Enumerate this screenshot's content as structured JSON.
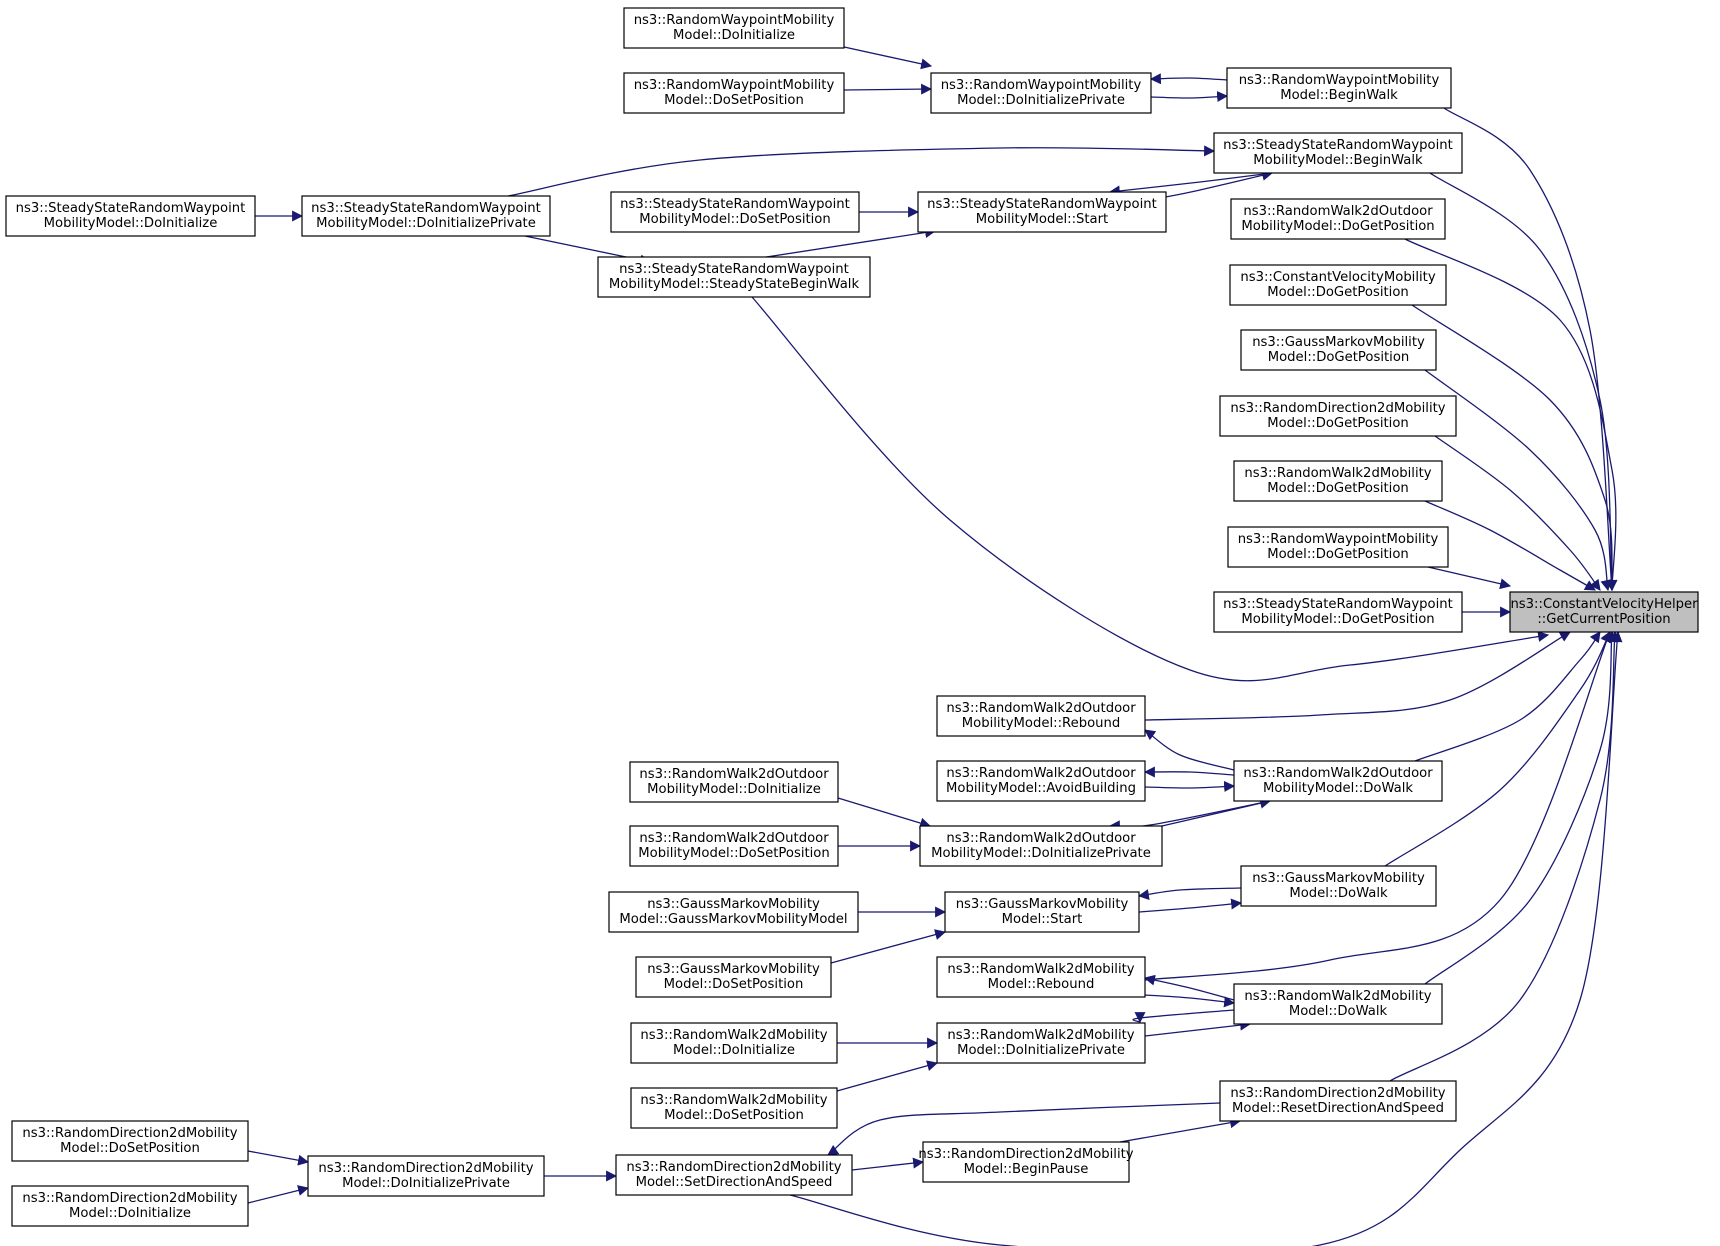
{
  "colors": {
    "edge": "#191970",
    "focus_fill": "#bfbfbf",
    "node_fill": "#ffffff",
    "node_border": "#000000"
  },
  "nodes": [
    {
      "id": "cvh_get",
      "line1": "ns3::ConstantVelocityHelper",
      "line2": "::GetCurrentPosition",
      "focus": true
    },
    {
      "id": "rwp_doinit",
      "line1": "ns3::RandomWaypointMobility",
      "line2": "Model::DoInitialize"
    },
    {
      "id": "rwp_dosetpos",
      "line1": "ns3::RandomWaypointMobility",
      "line2": "Model::DoSetPosition"
    },
    {
      "id": "rwp_doinitpriv",
      "line1": "ns3::RandomWaypointMobility",
      "line2": "Model::DoInitializePrivate"
    },
    {
      "id": "rwp_beginwalk",
      "line1": "ns3::RandomWaypointMobility",
      "line2": "Model::BeginWalk"
    },
    {
      "id": "ss_doinit",
      "line1": "ns3::SteadyStateRandomWaypoint",
      "line2": "MobilityModel::DoInitialize"
    },
    {
      "id": "ss_doinitpriv",
      "line1": "ns3::SteadyStateRandomWaypoint",
      "line2": "MobilityModel::DoInitializePrivate"
    },
    {
      "id": "ss_dosetpos",
      "line1": "ns3::SteadyStateRandomWaypoint",
      "line2": "MobilityModel::DoSetPosition"
    },
    {
      "id": "ss_start",
      "line1": "ns3::SteadyStateRandomWaypoint",
      "line2": "MobilityModel::Start"
    },
    {
      "id": "ss_beginwalk",
      "line1": "ns3::SteadyStateRandomWaypoint",
      "line2": "MobilityModel::BeginWalk"
    },
    {
      "id": "ss_ssbeginwalk",
      "line1": "ns3::SteadyStateRandomWaypoint",
      "line2": "MobilityModel::SteadyStateBeginWalk"
    },
    {
      "id": "rw2o_dogetpos",
      "line1": "ns3::RandomWalk2dOutdoor",
      "line2": "MobilityModel::DoGetPosition"
    },
    {
      "id": "cv_dogetpos",
      "line1": "ns3::ConstantVelocityMobility",
      "line2": "Model::DoGetPosition"
    },
    {
      "id": "gm_dogetpos",
      "line1": "ns3::GaussMarkovMobility",
      "line2": "Model::DoGetPosition"
    },
    {
      "id": "rd2_dogetpos",
      "line1": "ns3::RandomDirection2dMobility",
      "line2": "Model::DoGetPosition"
    },
    {
      "id": "rw2_dogetpos",
      "line1": "ns3::RandomWalk2dMobility",
      "line2": "Model::DoGetPosition"
    },
    {
      "id": "rwp_dogetpos",
      "line1": "ns3::RandomWaypointMobility",
      "line2": "Model::DoGetPosition"
    },
    {
      "id": "ss_dogetpos",
      "line1": "ns3::SteadyStateRandomWaypoint",
      "line2": "MobilityModel::DoGetPosition"
    },
    {
      "id": "rw2o_rebound",
      "line1": "ns3::RandomWalk2dOutdoor",
      "line2": "MobilityModel::Rebound"
    },
    {
      "id": "rw2o_avoid",
      "line1": "ns3::RandomWalk2dOutdoor",
      "line2": "MobilityModel::AvoidBuilding"
    },
    {
      "id": "rw2o_dowalk",
      "line1": "ns3::RandomWalk2dOutdoor",
      "line2": "MobilityModel::DoWalk"
    },
    {
      "id": "rw2o_doinit",
      "line1": "ns3::RandomWalk2dOutdoor",
      "line2": "MobilityModel::DoInitialize"
    },
    {
      "id": "rw2o_dosetpos",
      "line1": "ns3::RandomWalk2dOutdoor",
      "line2": "MobilityModel::DoSetPosition"
    },
    {
      "id": "rw2o_doinitpriv",
      "line1": "ns3::RandomWalk2dOutdoor",
      "line2": "MobilityModel::DoInitializePrivate"
    },
    {
      "id": "gm_ctor",
      "line1": "ns3::GaussMarkovMobility",
      "line2": "Model::GaussMarkovMobilityModel"
    },
    {
      "id": "gm_start",
      "line1": "ns3::GaussMarkovMobility",
      "line2": "Model::Start"
    },
    {
      "id": "gm_dowalk",
      "line1": "ns3::GaussMarkovMobility",
      "line2": "Model::DoWalk"
    },
    {
      "id": "gm_dosetpos",
      "line1": "ns3::GaussMarkovMobility",
      "line2": "Model::DoSetPosition"
    },
    {
      "id": "rw2_rebound",
      "line1": "ns3::RandomWalk2dMobility",
      "line2": "Model::Rebound"
    },
    {
      "id": "rw2_dowalk",
      "line1": "ns3::RandomWalk2dMobility",
      "line2": "Model::DoWalk"
    },
    {
      "id": "rw2_doinit",
      "line1": "ns3::RandomWalk2dMobility",
      "line2": "Model::DoInitialize"
    },
    {
      "id": "rw2_doinitpriv",
      "line1": "ns3::RandomWalk2dMobility",
      "line2": "Model::DoInitializePrivate"
    },
    {
      "id": "rw2_dosetpos",
      "line1": "ns3::RandomWalk2dMobility",
      "line2": "Model::DoSetPosition"
    },
    {
      "id": "rd2_reset",
      "line1": "ns3::RandomDirection2dMobility",
      "line2": "Model::ResetDirectionAndSpeed"
    },
    {
      "id": "rd2_dosetpos",
      "line1": "ns3::RandomDirection2dMobility",
      "line2": "Model::DoSetPosition"
    },
    {
      "id": "rd2_doinitpriv",
      "line1": "ns3::RandomDirection2dMobility",
      "line2": "Model::DoInitializePrivate"
    },
    {
      "id": "rd2_setdir",
      "line1": "ns3::RandomDirection2dMobility",
      "line2": "Model::SetDirectionAndSpeed"
    },
    {
      "id": "rd2_beginpause",
      "line1": "ns3::RandomDirection2dMobility",
      "line2": "Model::BeginPause"
    },
    {
      "id": "rd2_doinit",
      "line1": "ns3::RandomDirection2dMobility",
      "line2": "Model::DoInitialize"
    }
  ],
  "edges": [
    {
      "from": "rwp_doinit",
      "to": "rwp_doinitpriv"
    },
    {
      "from": "rwp_dosetpos",
      "to": "rwp_doinitpriv"
    },
    {
      "from": "rwp_beginwalk",
      "to": "rwp_doinitpriv"
    },
    {
      "from": "rwp_doinitpriv",
      "to": "rwp_beginwalk"
    },
    {
      "from": "rwp_beginwalk",
      "to": "cvh_get"
    },
    {
      "from": "ss_doinitpriv",
      "to": "ss_beginwalk"
    },
    {
      "from": "ss_beginwalk",
      "to": "ss_start"
    },
    {
      "from": "ss_start",
      "to": "ss_beginwalk"
    },
    {
      "from": "ss_beginwalk",
      "to": "cvh_get"
    },
    {
      "from": "ss_doinit",
      "to": "ss_doinitpriv"
    },
    {
      "from": "ss_dosetpos",
      "to": "ss_start"
    },
    {
      "from": "ss_doinitpriv",
      "to": "ss_ssbeginwalk"
    },
    {
      "from": "ss_ssbeginwalk",
      "to": "ss_start"
    },
    {
      "from": "ss_ssbeginwalk",
      "to": "cvh_get"
    },
    {
      "from": "rw2o_dogetpos",
      "to": "cvh_get"
    },
    {
      "from": "cv_dogetpos",
      "to": "cvh_get"
    },
    {
      "from": "gm_dogetpos",
      "to": "cvh_get"
    },
    {
      "from": "rd2_dogetpos",
      "to": "cvh_get"
    },
    {
      "from": "rw2_dogetpos",
      "to": "cvh_get"
    },
    {
      "from": "rwp_dogetpos",
      "to": "cvh_get"
    },
    {
      "from": "ss_dogetpos",
      "to": "cvh_get"
    },
    {
      "from": "rw2o_rebound",
      "to": "cvh_get"
    },
    {
      "from": "rw2o_dowalk",
      "to": "rw2o_rebound"
    },
    {
      "from": "rw2o_dowalk",
      "to": "rw2o_avoid"
    },
    {
      "from": "rw2o_avoid",
      "to": "rw2o_dowalk"
    },
    {
      "from": "rw2o_dowalk",
      "to": "rw2o_doinitpriv"
    },
    {
      "from": "rw2o_doinitpriv",
      "to": "rw2o_dowalk"
    },
    {
      "from": "rw2o_dowalk",
      "to": "cvh_get"
    },
    {
      "from": "rw2o_doinit",
      "to": "rw2o_doinitpriv"
    },
    {
      "from": "rw2o_dosetpos",
      "to": "rw2o_doinitpriv"
    },
    {
      "from": "gm_dowalk",
      "to": "gm_start"
    },
    {
      "from": "gm_start",
      "to": "gm_dowalk"
    },
    {
      "from": "gm_dowalk",
      "to": "cvh_get"
    },
    {
      "from": "gm_ctor",
      "to": "gm_start"
    },
    {
      "from": "gm_dosetpos",
      "to": "gm_start"
    },
    {
      "from": "rw2_rebound",
      "to": "cvh_get"
    },
    {
      "from": "rw2_dowalk",
      "to": "rw2_rebound"
    },
    {
      "from": "rw2_rebound",
      "to": "rw2_dowalk"
    },
    {
      "from": "rw2_dowalk",
      "to": "rw2_doinitpriv"
    },
    {
      "from": "rw2_doinitpriv",
      "to": "rw2_dowalk"
    },
    {
      "from": "rw2_dowalk",
      "to": "cvh_get"
    },
    {
      "from": "rw2_doinit",
      "to": "rw2_doinitpriv"
    },
    {
      "from": "rw2_dosetpos",
      "to": "rw2_doinitpriv"
    },
    {
      "from": "rd2_reset",
      "to": "rd2_setdir"
    },
    {
      "from": "rd2_reset",
      "to": "cvh_get"
    },
    {
      "from": "rd2_beginpause",
      "to": "rd2_reset"
    },
    {
      "from": "rd2_setdir",
      "to": "rd2_beginpause"
    },
    {
      "from": "rd2_setdir",
      "to": "cvh_get"
    },
    {
      "from": "rd2_doinitpriv",
      "to": "rd2_setdir"
    },
    {
      "from": "rd2_dosetpos",
      "to": "rd2_doinitpriv"
    },
    {
      "from": "rd2_doinit",
      "to": "rd2_doinitpriv"
    }
  ]
}
